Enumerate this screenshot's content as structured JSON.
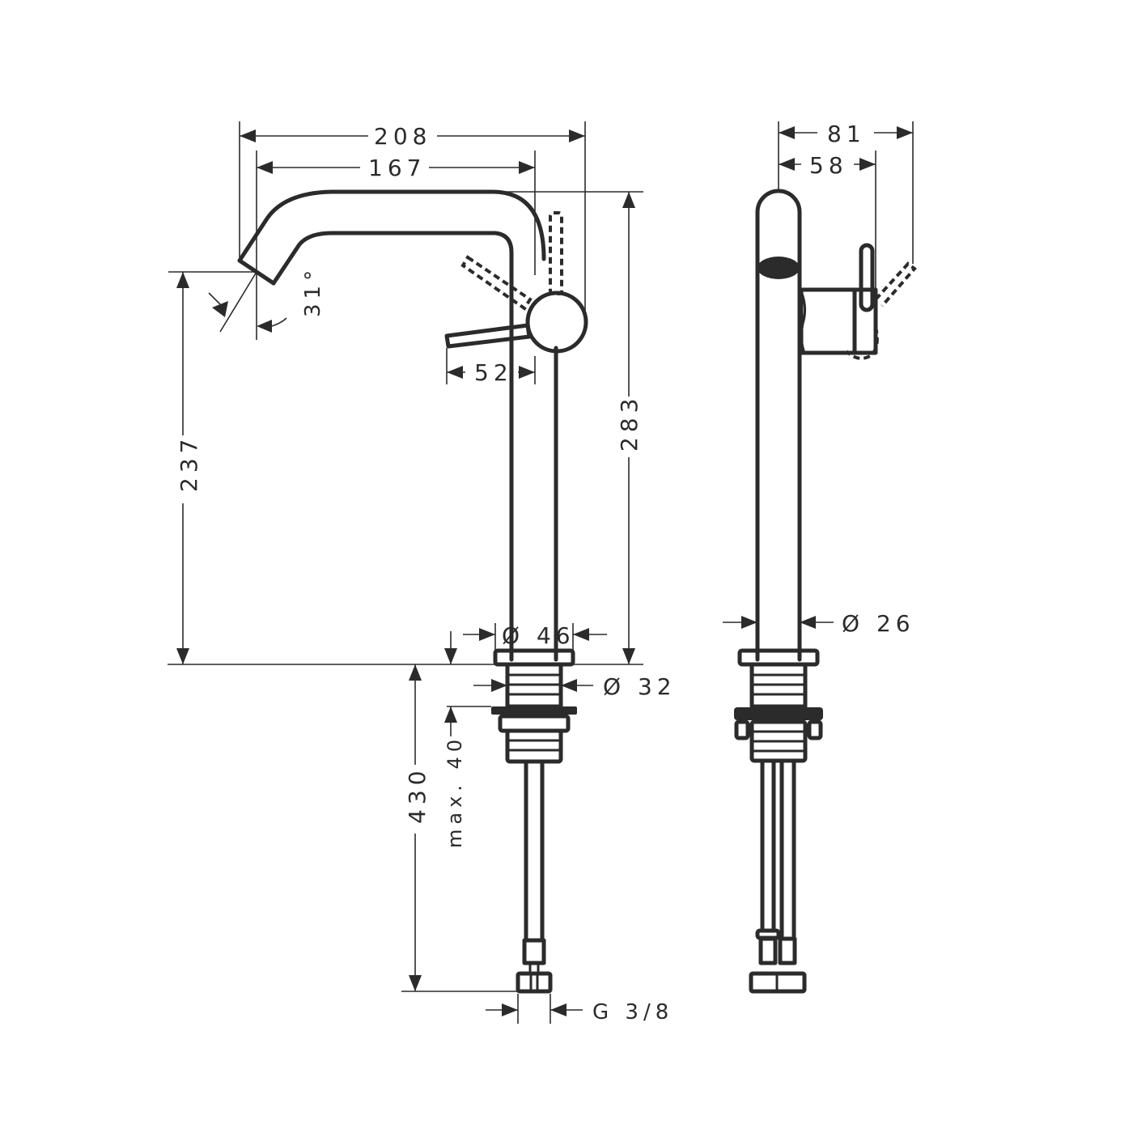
{
  "drawing": {
    "colors": {
      "line": "#2b2b2b",
      "background": "#ffffff"
    },
    "front_view": {
      "dimensions": {
        "overall_width": "208",
        "spout_reach": "167",
        "spout_angle": "31°",
        "lever_length": "52",
        "spout_height": "237",
        "total_height": "283",
        "base_diameter": "Ø 46",
        "thread_diameter": "Ø 32",
        "max_counter_thickness": "max. 40",
        "hose_length": "430",
        "connection_thread": "G 3/8"
      }
    },
    "side_view": {
      "dimensions": {
        "overall_depth": "81",
        "lever_depth": "58",
        "body_diameter": "Ø 26"
      }
    }
  }
}
